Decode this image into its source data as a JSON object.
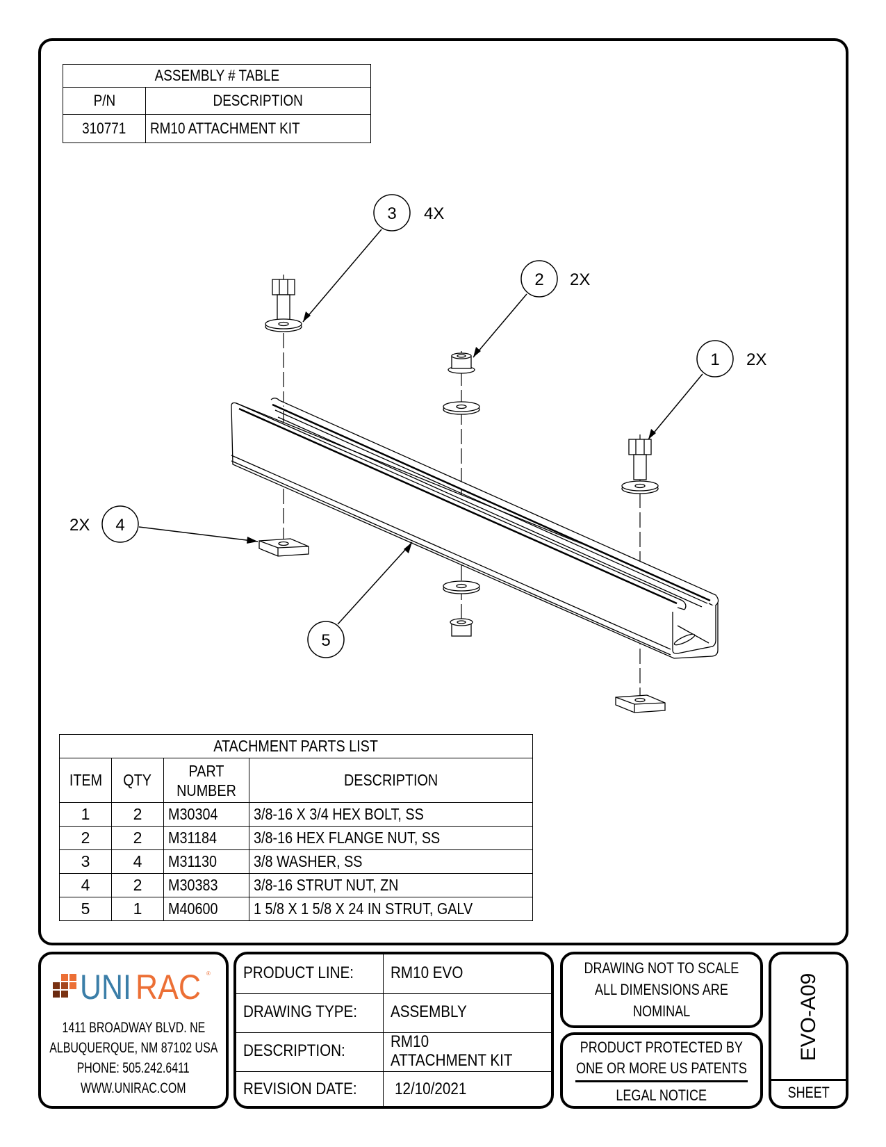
{
  "assembly_table": {
    "title": "ASSEMBLY # TABLE",
    "headers": [
      "P/N",
      "DESCRIPTION"
    ],
    "rows": [
      [
        "310771",
        "RM10 ATTACHMENT KIT"
      ]
    ]
  },
  "callouts": [
    {
      "item": "3",
      "qty": "4X"
    },
    {
      "item": "2",
      "qty": "2X"
    },
    {
      "item": "1",
      "qty": "2X"
    },
    {
      "item": "4",
      "qty": "2X"
    },
    {
      "item": "5"
    }
  ],
  "parts_list": {
    "title": "ATACHMENT PARTS LIST",
    "headers": [
      "ITEM",
      "QTY",
      "PART NUMBER",
      "DESCRIPTION"
    ],
    "rows": [
      [
        "1",
        "2",
        "M30304",
        "3/8-16 X 3/4 HEX BOLT, SS"
      ],
      [
        "2",
        "2",
        "M31184",
        "3/8-16 HEX FLANGE NUT, SS"
      ],
      [
        "3",
        "4",
        "M31130",
        "3/8 WASHER, SS"
      ],
      [
        "4",
        "2",
        "M30383",
        "3/8-16 STRUT NUT, ZN"
      ],
      [
        "5",
        "1",
        "M40600",
        "1 5/8 X 1 5/8 X 24 IN STRUT, GALV"
      ]
    ]
  },
  "company": {
    "logo_uni": "UNI",
    "logo_rac": "RAC",
    "logo_mark": "®",
    "address1": "1411 BROADWAY BLVD. NE",
    "address2": "ALBUQUERQUE, NM 87102 USA",
    "phone": "PHONE: 505.242.6411",
    "web": "WWW.UNIRAC.COM",
    "colors": {
      "blue": "#3b7ea8",
      "orange": "#ec6f35",
      "brown": "#7a3212"
    }
  },
  "title_block": {
    "product_line_label": "PRODUCT LINE:",
    "product_line": "RM10 EVO",
    "drawing_type_label": "DRAWING TYPE:",
    "drawing_type": "ASSEMBLY",
    "description_label": "DESCRIPTION:",
    "description_line1": "RM10",
    "description_line2": "ATTACHMENT KIT",
    "revision_date_label": "REVISION DATE:",
    "revision_date": "12/10/2021"
  },
  "notes": {
    "scale_line1": "DRAWING NOT TO SCALE",
    "scale_line2": "ALL DIMENSIONS ARE",
    "scale_line3": "NOMINAL",
    "patent_line1": "PRODUCT PROTECTED BY",
    "patent_line2": "ONE OR MORE US PATENTS",
    "legal": "LEGAL NOTICE"
  },
  "sheet": {
    "number": "EVO-A09",
    "label": "SHEET"
  }
}
